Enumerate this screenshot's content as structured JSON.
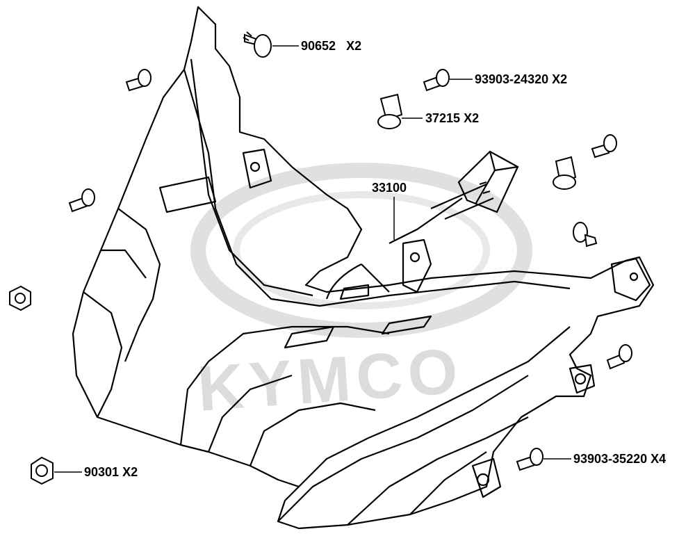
{
  "diagram": {
    "watermark": "KYMCO",
    "callouts": [
      {
        "part_no": "90652",
        "qty": "X2"
      },
      {
        "part_no": "93903-24320",
        "qty": "X2"
      },
      {
        "part_no": "37215",
        "qty": "X2"
      },
      {
        "part_no": "33100",
        "qty": ""
      },
      {
        "part_no": "90301",
        "qty": "X2"
      },
      {
        "part_no": "93903-35220",
        "qty": "X4"
      }
    ]
  },
  "colors": {
    "line": "#000000",
    "watermark": "#dcdcdc",
    "background": "#ffffff"
  }
}
